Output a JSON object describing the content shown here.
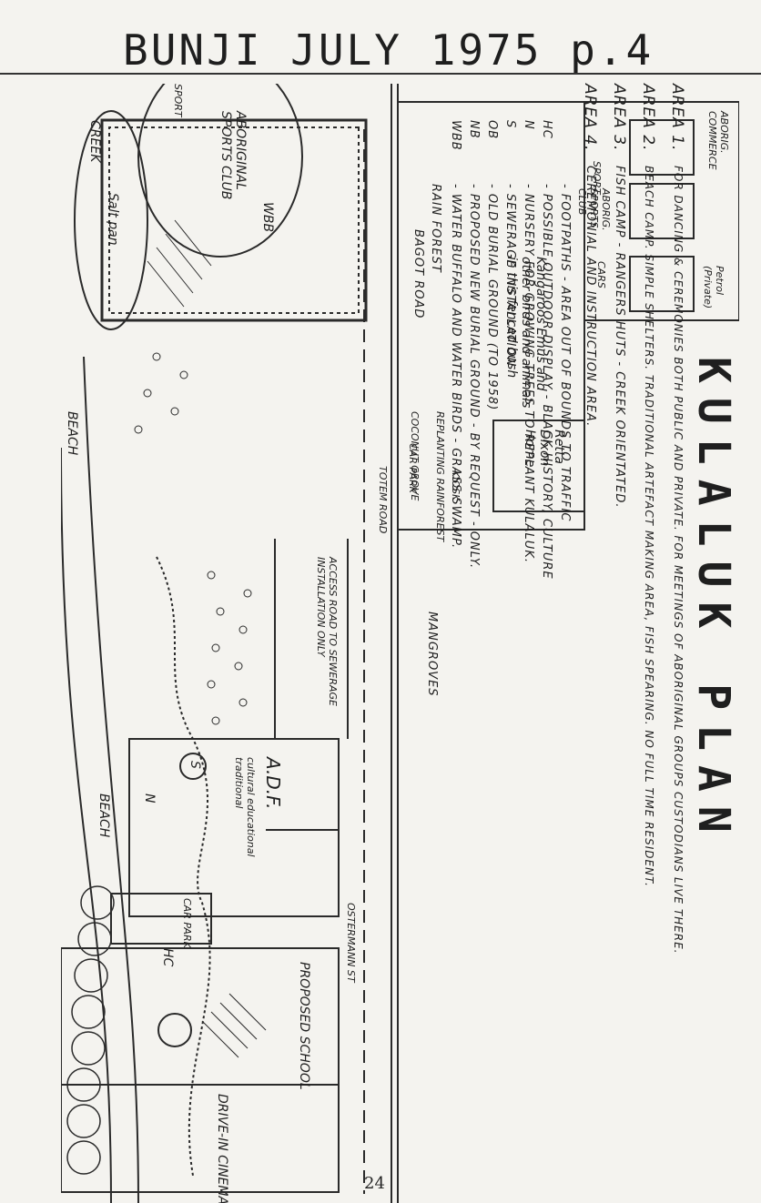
{
  "header": {
    "title": "BUNJI JULY 1975 p.4"
  },
  "page_number": "24",
  "plan": {
    "title": "KULALUK PLAN",
    "areas": [
      {
        "label": "AREA 1.",
        "text": "FOR DANCING & CEREMONIES BOTH PUBLIC AND PRIVATE.  FOR MEETINGS OF ABORIGINAL GROUPS CUSTODIANS LIVE THERE."
      },
      {
        "label": "AREA 2.",
        "text": "BEACH CAMP. SIMPLE SHELTERS. TRADITIONAL ARTEFACT MAKING AREA, FISH SPEARING. NO FULL TIME RESIDENT."
      },
      {
        "label": "AREA 3.",
        "text": "FISH CAMP - RANGERS HUTS - CREEK ORIENTATED."
      },
      {
        "label": "AREA 4.",
        "text": "CEREMONIAL AND INSTRUCTION AREA."
      }
    ],
    "legend": [
      {
        "code": "",
        "text": "- FOOTPATHS - AREA OUT OF BOUNDS TO TRAFFIC"
      },
      {
        "code": "HC",
        "text": "- POSSIBLE OUTDOOR DISPLAY - BLACK HISTORY, CULTURE"
      },
      {
        "code": "N",
        "text": "- NURSERY FOR GROWING TREES TO REPLANT KULALUK."
      },
      {
        "code": "S",
        "text": "- SEWERAGE INSTALLATION"
      },
      {
        "code": "OB",
        "text": "- OLD BURIAL GROUND (TO 1958)"
      },
      {
        "code": "NB",
        "text": "- PROPOSED NEW BURIAL GROUND - BY REQUEST - ONLY."
      },
      {
        "code": "WBB",
        "text": "- WATER BUFFALO AND WATER BIRDS - GRASS SWAMP."
      },
      {
        "code": "",
        "text": "RAIN FOREST"
      }
    ],
    "legend_symbols": {
      "replanting": "REPLANTING RAINFOREST",
      "coconut": "COCONUT GROVE",
      "mangroves": "MANGROVES"
    },
    "map_labels": {
      "drive_in": "DRIVE-IN CINEMA",
      "school": "PROPOSED SCHOOL",
      "ostermann": "OSTERMANN ST",
      "car_park": "CAR PARK",
      "adf_title": "A.D.F.",
      "adf_desc": "cultural educational traditional",
      "n": "N",
      "s": "S",
      "hc": "HC",
      "access_road": "ACCESS ROAD TO SEWERAGE INSTALLATION ONLY",
      "totem_road": "TOTEM ROAD",
      "car_park2": "CAR PARK",
      "kiosk": "KIOSK",
      "retta": "Retta Dixon Home",
      "bagot": "BAGOT ROAD",
      "wbb": "WBB",
      "kangaroos": "Kangaroos Emus and other birds and animals in this fenced bush",
      "abor_sports": "ABORIG. SPORTS CLUB",
      "sport": "SPORT",
      "cars": "CARS",
      "petrol": "Petrol (Private)",
      "abor_commerce": "ABORIG. COMMERCE",
      "sports_club": "ABORIGINAL SPORTS CLUB",
      "salt_pan": "Salt pan",
      "creek": "CREEK",
      "beach": "BEACH",
      "beach2": "BEACH",
      "sport_top": "SPORT"
    },
    "area_numbers": {
      "a1": "1",
      "a2": "2",
      "a3": "3",
      "a4": "4"
    }
  }
}
